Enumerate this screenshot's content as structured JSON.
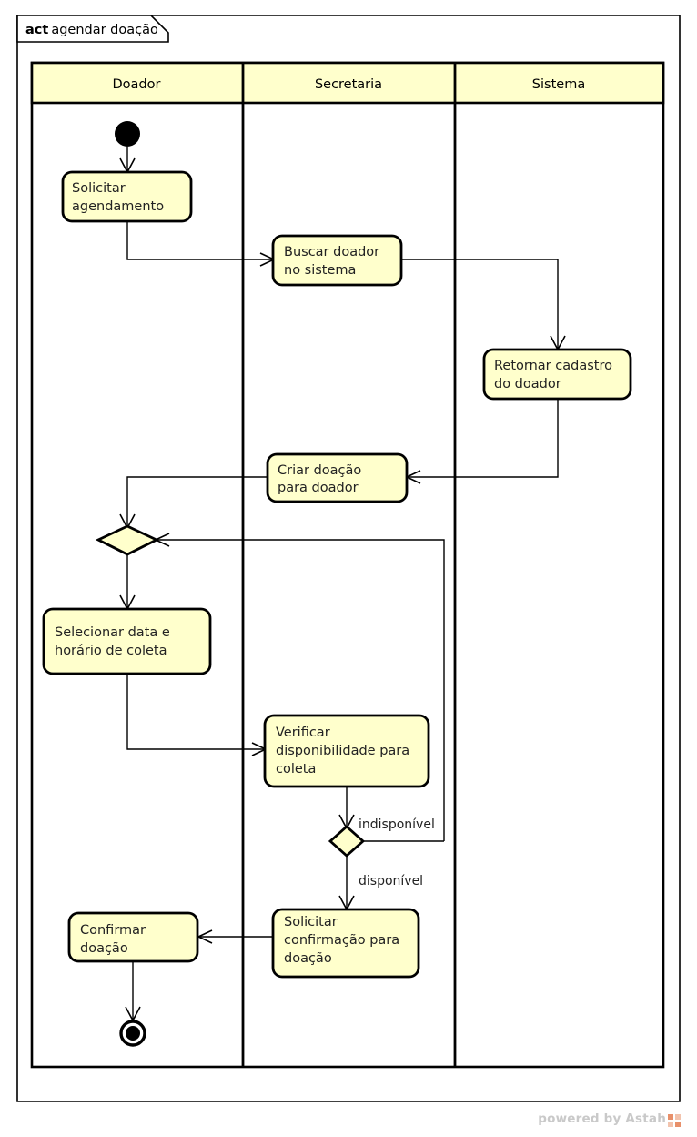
{
  "frame": {
    "tab_kind": "act",
    "tab_name": "agendar doação"
  },
  "lanes": [
    {
      "id": "doador",
      "label": "Doador"
    },
    {
      "id": "secretaria",
      "label": "Secretaria"
    },
    {
      "id": "sistema",
      "label": "Sistema"
    }
  ],
  "nodes": {
    "initial": {
      "type": "initial-node",
      "lane": "doador"
    },
    "solicitar_agendamento": {
      "type": "action",
      "lane": "doador",
      "line1": "Solicitar",
      "line2": "agendamento"
    },
    "buscar_doador": {
      "type": "action",
      "lane": "secretaria",
      "line1": "Buscar doador",
      "line2": "no sistema"
    },
    "retornar_cadastro": {
      "type": "action",
      "lane": "sistema",
      "line1": "Retornar cadastro",
      "line2": "do doador"
    },
    "criar_doacao": {
      "type": "action",
      "lane": "secretaria",
      "line1": "Criar doação",
      "line2": "para doador"
    },
    "merge": {
      "type": "merge-node",
      "lane": "doador"
    },
    "selecionar_data": {
      "type": "action",
      "lane": "doador",
      "line1": "Selecionar data e",
      "line2": "horário de coleta"
    },
    "verificar_disponibilidade": {
      "type": "action",
      "lane": "secretaria",
      "line1": "Verificar",
      "line2": "disponibilidade para",
      "line3": "coleta"
    },
    "decision": {
      "type": "decision-node",
      "lane": "secretaria"
    },
    "solicitar_confirmacao": {
      "type": "action",
      "lane": "secretaria",
      "line1": "Solicitar",
      "line2": "confirmação para",
      "line3": "doação"
    },
    "confirmar_doacao": {
      "type": "action",
      "lane": "doador",
      "line1": "Confirmar",
      "line2": "doação"
    },
    "final": {
      "type": "final-node",
      "lane": "doador"
    }
  },
  "guards": {
    "indisponivel": "indisponível",
    "disponivel": "disponível"
  },
  "footer": {
    "watermark": "powered by Astah"
  },
  "colors": {
    "node_fill": "#ffffcc",
    "outline": "#000000",
    "canvas": "#ffffff",
    "watermark_text": "#c9c9c9",
    "logo_accent": "#e8906a"
  }
}
